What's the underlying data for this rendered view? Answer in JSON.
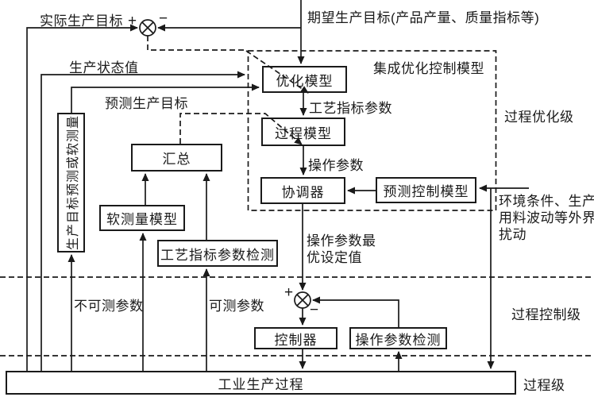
{
  "blocks": {
    "optimization_model": "优化模型",
    "process_model": "过程模型",
    "coordinator": "协调器",
    "predictive_control_model": "预测控制模型",
    "aggregator": "汇总",
    "soft_sensor_model": "软测量模型",
    "indicator_detection": "工艺指标参数检测",
    "controller": "控制器",
    "operating_param_detection": "操作参数检测",
    "industrial_process": "工业生产过程",
    "target_prediction": "生产目标预测或软测量"
  },
  "signals": {
    "actual_target": "实际生产目标",
    "expected_target": "期望生产目标(产品产量、质量指标等)",
    "production_state": "生产状态值",
    "predicted_target": "预测生产目标",
    "indicator_params": "工艺指标参数",
    "operating_params": "操作参数",
    "optimal_setpoint_l1": "操作参数最",
    "optimal_setpoint_l2": "优设定值",
    "unmeasurable_params": "不可测参数",
    "measurable_params": "可测参数",
    "disturbance_l1": "环境条件、生产",
    "disturbance_l2": "用料波动等外界",
    "disturbance_l3": "扰动",
    "plus": "+",
    "minus": "−"
  },
  "regions": {
    "integrated_model": "集成优化控制模型",
    "optimization_level": "过程优化级",
    "control_level": "过程控制级",
    "process_level": "过程级"
  },
  "colors": {
    "line": "#1a1a1a",
    "background": "#ffffff"
  }
}
